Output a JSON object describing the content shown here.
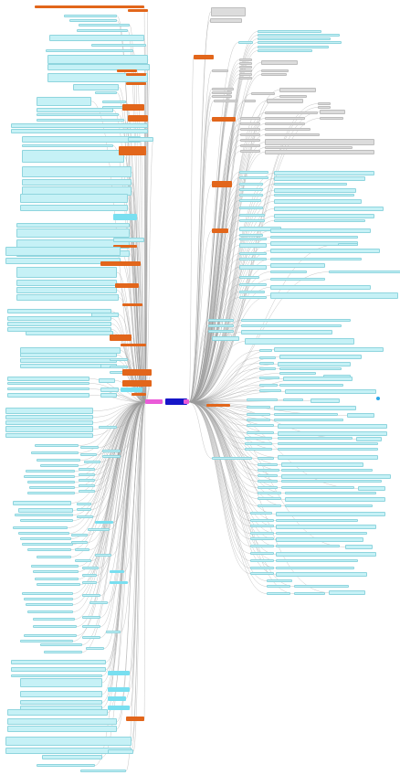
{
  "map": {
    "root_label": "",
    "left_hub_label": "",
    "right_hub_label": "",
    "colors": {
      "root": "#1616c8",
      "hub": "#ea5bd8",
      "branch": "#e2661b",
      "cyan": "#c6f1f6",
      "cyan_strong": "#79dff0",
      "grey": "#dcdcdc",
      "link": "#9a9a9a",
      "accent_dot": "#2aa7e8"
    },
    "legend": {
      "o": "orange-topic",
      "c": "cyan-note",
      "g": "grey-note",
      "cb": "cyan-topic"
    },
    "icons": [
      "floating-marker-icon"
    ]
  }
}
